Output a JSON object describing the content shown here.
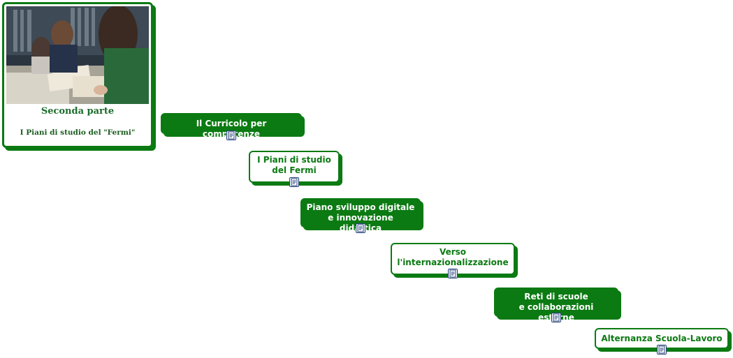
{
  "card": {
    "title": "Seconda parte",
    "subtitle": "I Piani di studio del \"Fermi\""
  },
  "nodes": [
    {
      "id": "curricolo",
      "lines": [
        "Il Curricolo per competenze"
      ],
      "style": "green"
    },
    {
      "id": "piani",
      "lines": [
        "I Piani di studio",
        "del Fermi"
      ],
      "style": "white"
    },
    {
      "id": "digitale",
      "lines": [
        "Piano sviluppo digitale",
        "e innovazione didattica"
      ],
      "style": "green"
    },
    {
      "id": "intern",
      "lines": [
        "Verso",
        "l'internazionalizzazione"
      ],
      "style": "white"
    },
    {
      "id": "reti",
      "lines": [
        "Reti di scuole",
        "e collaborazioni esterne"
      ],
      "style": "green"
    },
    {
      "id": "alternanza",
      "lines": [
        "Alternanza Scuola-Lavoro"
      ],
      "style": "white"
    }
  ],
  "icons": {
    "note": "note-icon",
    "photo": "students-reading-photo"
  },
  "colors": {
    "accent": "#0b7a12",
    "node_text_on_white": "#0b7a12",
    "card_title": "#1b6b2a"
  }
}
